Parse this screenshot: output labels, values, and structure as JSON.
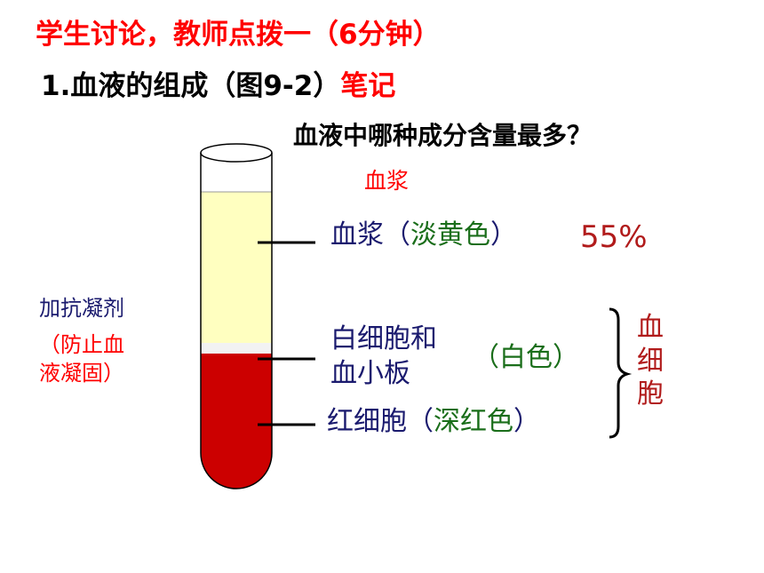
{
  "heading": "学生讨论，教师点拨一（6分钟）",
  "section": {
    "prefix": "1.血液的组成（图9-2）",
    "note": "笔记"
  },
  "question": "血液中哪种成分含量最多？",
  "answer": "血浆",
  "plasma": {
    "name": "血浆",
    "open": "（",
    "color_desc": "淡黄色",
    "close": "）",
    "percent": "55%"
  },
  "wbc_platelets": {
    "line1": "白细胞和",
    "line2": "血小板",
    "color_desc": "（白色）"
  },
  "rbc": {
    "name": "红细胞",
    "open": "（",
    "color_desc": "深红色",
    "close": "）"
  },
  "blood_cells": [
    "血",
    "细",
    "胞"
  ],
  "anticoagulant": {
    "label": "加抗凝剂",
    "lines": [
      "（防止血",
      "液凝固）"
    ]
  },
  "colors": {
    "plasma_fill": "#ffffc0",
    "buffy_fill": "#f2f2f2",
    "rbc_fill": "#cc0000",
    "heading_red": "#ff0000",
    "navy": "#1a1a6e",
    "green": "#1a6e1a"
  }
}
